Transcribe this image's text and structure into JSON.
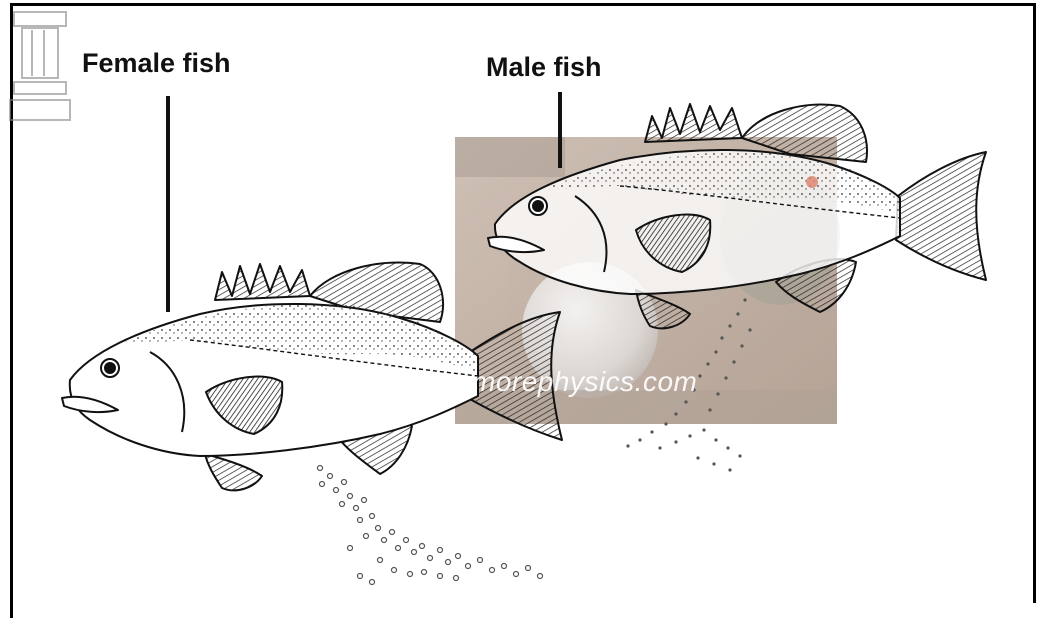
{
  "labels": {
    "female": "Female fish",
    "male": "Male fish"
  },
  "watermark": {
    "text": "morephysics.com"
  },
  "colors": {
    "ink": "#111111",
    "watermark_bg": "#b9a89c",
    "background": "#ffffff"
  }
}
